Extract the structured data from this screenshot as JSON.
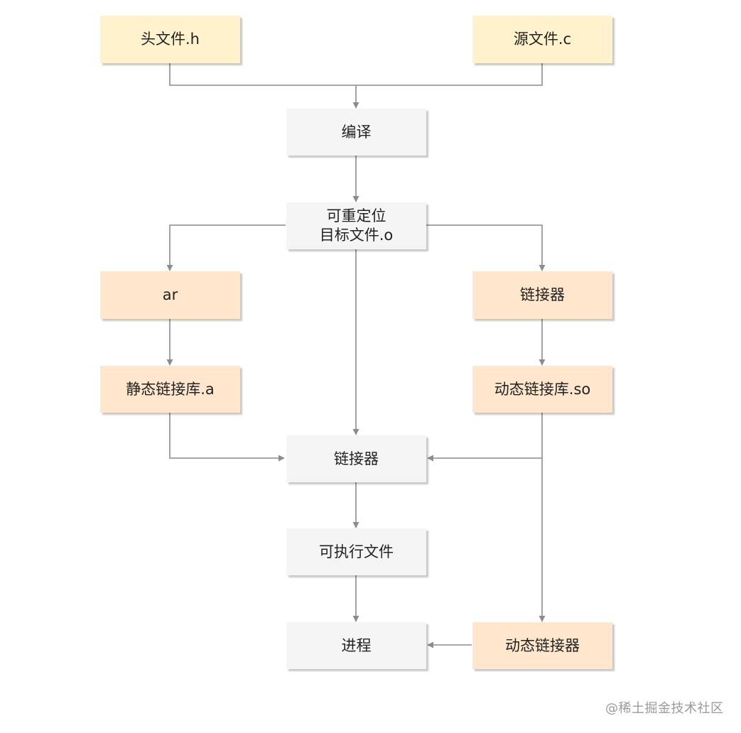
{
  "nodes": {
    "header_file": "头文件.h",
    "source_file": "源文件.c",
    "compile": "编译",
    "relocatable_object": "可重定位\n目标文件.o",
    "ar": "ar",
    "linker_top": "链接器",
    "static_library": "静态链接库.a",
    "dynamic_library": "动态链接库.so",
    "linker_main": "链接器",
    "executable": "可执行文件",
    "process": "进程",
    "dynamic_linker": "动态链接器"
  },
  "colors": {
    "source_fill": "#fff2cc",
    "library_fill": "#ffe6cc",
    "process_fill": "#f5f5f5",
    "connector": "#8c8c8c"
  },
  "watermark": "@稀土掘金技术社区"
}
